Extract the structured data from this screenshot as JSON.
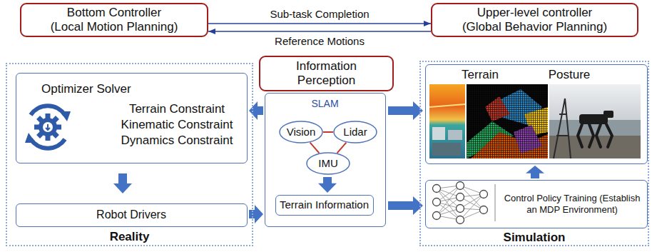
{
  "diagram": {
    "nodes": [
      {
        "text": [
          "Bottom Controller (Local Motion Planning)"
        ]
      },
      {
        "text": [
          "Upper-level controller (Global Behavior Planning)"
        ]
      },
      {
        "text": [
          "Information Perception"
        ]
      },
      {
        "text": [
          "Reality"
        ]
      },
      {
        "text": [
          "Optimizer Solver",
          "Terrain Constraint",
          "Kinematic Constraint",
          "Dynamics Constraint"
        ],
        "in": 3
      },
      {
        "text": [
          "Robot Drivers"
        ],
        "in": 3
      },
      {
        "text": [
          "SLAM"
        ]
      },
      {
        "text": [
          "Vision"
        ],
        "in": 6
      },
      {
        "text": [
          "Lidar"
        ],
        "in": 6
      },
      {
        "text": [
          "IMU"
        ],
        "in": 6
      },
      {
        "text": [
          "Terrain Information"
        ],
        "in": 6
      },
      {
        "text": [
          "Simulation"
        ]
      },
      {
        "text": [
          "Terrain",
          "Posture"
        ],
        "in": 11
      },
      {
        "text": [
          "Control Policy Training (Establish an MDP Environment)"
        ],
        "in": 11
      }
    ],
    "edges": [
      {
        "from": 0,
        "to": 1,
        "label": "Sub-task Completion",
        "arrow": "to"
      },
      {
        "from": 1,
        "to": 0,
        "label": "Reference Motions",
        "arrow": "to"
      },
      {
        "from": 7,
        "to": 8,
        "arrow": "none"
      },
      {
        "from": 7,
        "to": 9,
        "arrow": "none"
      },
      {
        "from": 8,
        "to": 9,
        "arrow": "none"
      },
      {
        "from": 9,
        "to": 10,
        "arrow": "to"
      },
      {
        "from": 6,
        "to": 4,
        "arrow": "to"
      },
      {
        "from": 4,
        "to": 5,
        "arrow": "to"
      },
      {
        "from": 5,
        "to": 6,
        "arrow": "to"
      },
      {
        "from": 6,
        "to": 12,
        "arrow": "to"
      },
      {
        "from": 6,
        "to": 13,
        "arrow": "to"
      },
      {
        "from": 13,
        "to": 12,
        "arrow": "to"
      }
    ]
  }
}
